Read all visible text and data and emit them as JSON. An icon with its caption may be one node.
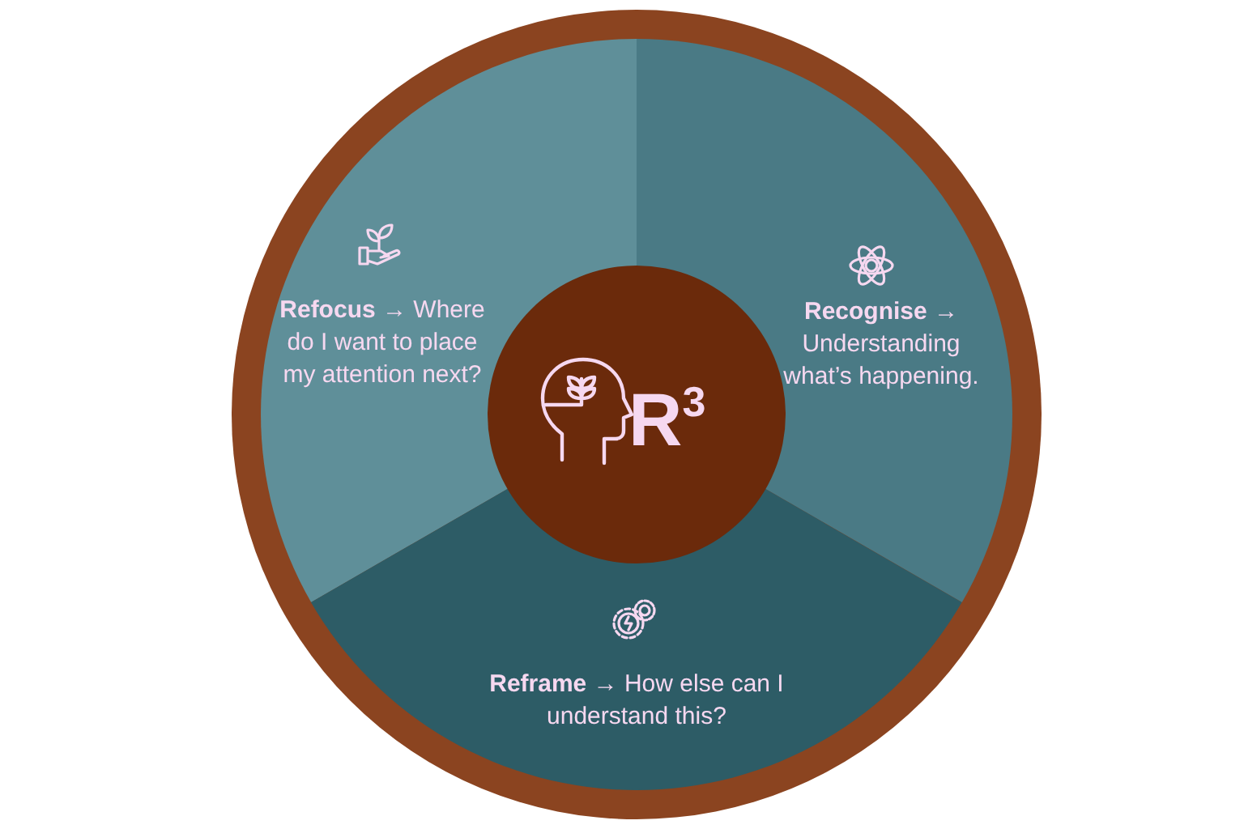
{
  "diagram": {
    "nodes": [
      {
        "text": [
          "**Refocus** → Where do I want to place my attention next?"
        ]
      },
      {
        "text": [
          "**Recognise** → Understanding what’s happening."
        ]
      },
      {
        "text": [
          "R$^{3}$"
        ]
      },
      {
        "text": [
          "**Reframe** → How else can I understand this?"
        ]
      }
    ]
  }
}
